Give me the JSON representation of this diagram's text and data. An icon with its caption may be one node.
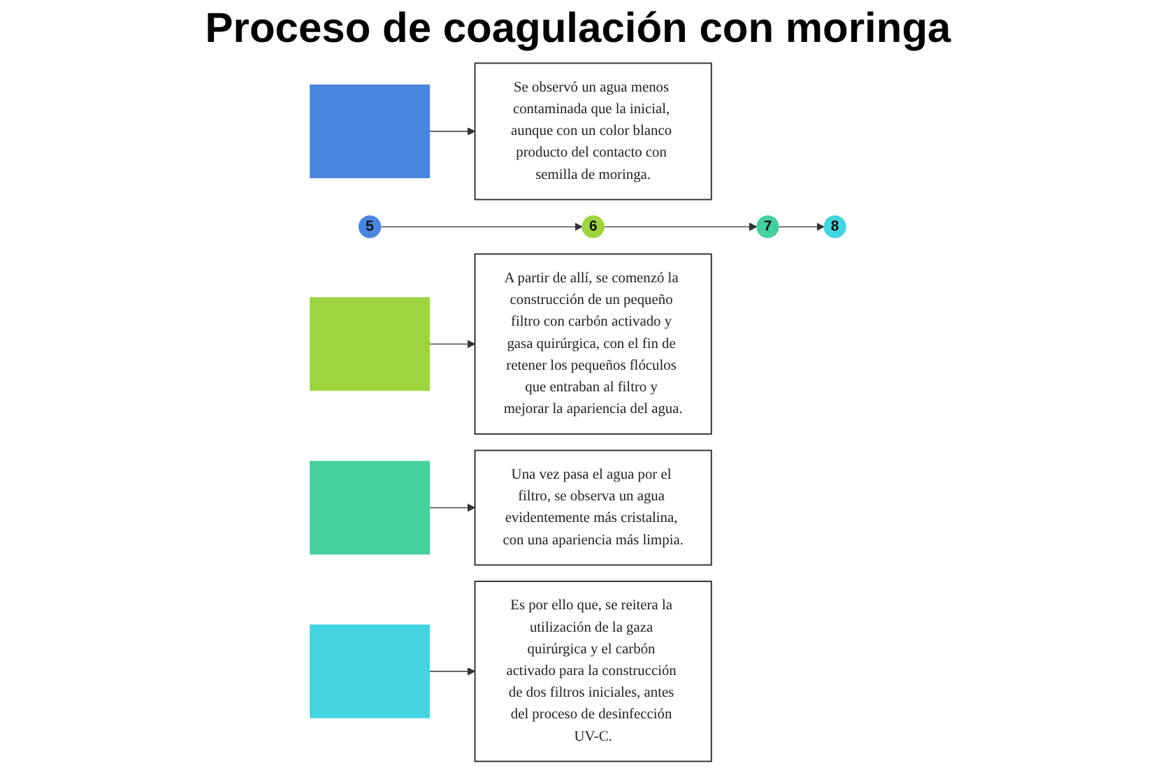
{
  "diagram": {
    "title": "Proceso de coagulación con moringa",
    "nodes": [
      {
        "text": [
          "5"
        ]
      },
      {
        "text": [],
        "shape": "box"
      },
      {
        "text": [
          "Se observó un agua menos contaminada que la inicial, aunque con un color blanco producto del contacto con semilla de moringa."
        ]
      },
      {
        "text": [
          "6"
        ]
      },
      {
        "text": [],
        "shape": "box"
      },
      {
        "text": [
          "A partir de allí, se comenzó la construcción de un pequeño filtro con carbón activado y gasa quirúrgica, con el fin de retener los pequeños flóculos que entraban al filtro y mejorar la apariencia del agua."
        ]
      },
      {
        "text": [
          "7"
        ]
      },
      {
        "text": [],
        "shape": "box"
      },
      {
        "text": [
          "Una vez pasa el agua por el filtro, se observa un agua evidentemente más cristalina, con una apariencia más limpia."
        ]
      },
      {
        "text": [
          "8"
        ]
      },
      {
        "text": [],
        "shape": "box"
      },
      {
        "text": [
          "Es por ello que, se reitera la utilización de la gaza quirúrgica y el carbón activado para la construcción de dos filtros iniciales, antes del proceso de desinfección UV-C."
        ]
      }
    ],
    "edges": [
      {
        "from": 0,
        "to": 3,
        "arrow": "to"
      },
      {
        "from": 3,
        "to": 6,
        "arrow": "to"
      },
      {
        "from": 6,
        "to": 9,
        "arrow": "to"
      },
      {
        "from": 1,
        "to": 2,
        "arrow": "to"
      },
      {
        "from": 4,
        "to": 5,
        "arrow": "to"
      },
      {
        "from": 7,
        "to": 8,
        "arrow": "to"
      },
      {
        "from": 10,
        "to": 11,
        "arrow": "to"
      }
    ]
  }
}
